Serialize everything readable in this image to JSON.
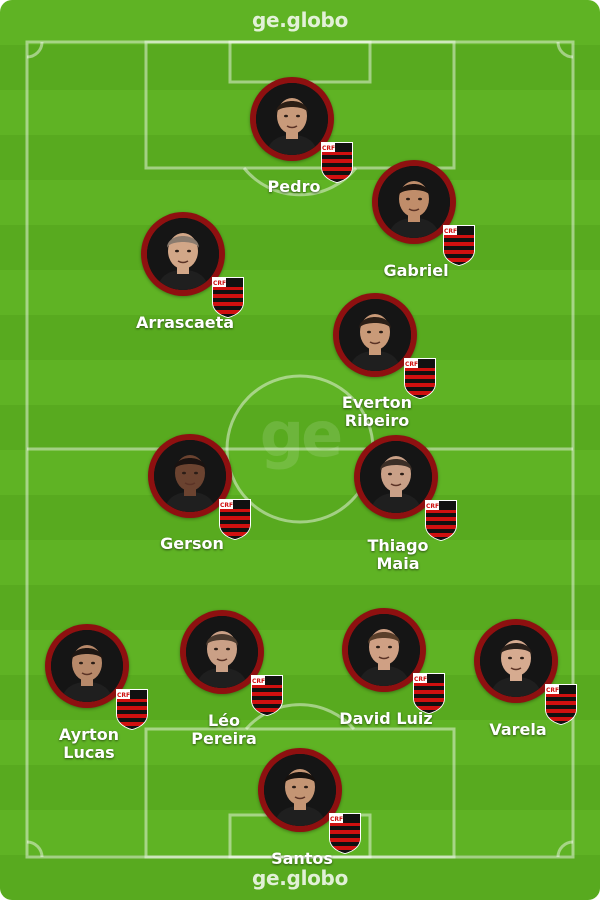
{
  "brand": {
    "top": "ge.globo",
    "bottom": "ge.globo",
    "watermark": "ge"
  },
  "colors": {
    "pitch_light": "#5fb324",
    "pitch_dark": "#58aa1f",
    "ring": "#8e1010",
    "crest_red": "#d0100f",
    "crest_black": "#111111"
  },
  "players": [
    {
      "name": "Pedro",
      "skin": "#c89a7a",
      "hair": "#2a1d14"
    },
    {
      "name": "Gabriel",
      "skin": "#c08d6a",
      "hair": "#1b1410"
    },
    {
      "name": "Arrascaeta",
      "skin": "#d2a788",
      "hair": "#8a7b6e"
    },
    {
      "name": "Everton\nRibeiro",
      "skin": "#c99a78",
      "hair": "#2b1f17"
    },
    {
      "name": "Gerson",
      "skin": "#6b4330",
      "hair": "#1a1210"
    },
    {
      "name": "Thiago\nMaia",
      "skin": "#c9a087",
      "hair": "#3b2e26"
    },
    {
      "name": "Ayrton\nLucas",
      "skin": "#b7896a",
      "hair": "#1e1612"
    },
    {
      "name": "Léo\nPereira",
      "skin": "#caa086",
      "hair": "#4a3a2e"
    },
    {
      "name": "David Luiz",
      "skin": "#cfa084",
      "hair": "#5a3f2a"
    },
    {
      "name": "Varela",
      "skin": "#d6ab90",
      "hair": "#2a201a"
    },
    {
      "name": "Santos",
      "skin": "#c49574",
      "hair": "#17110d"
    }
  ],
  "crest_icon": "flamengo-crest-icon"
}
